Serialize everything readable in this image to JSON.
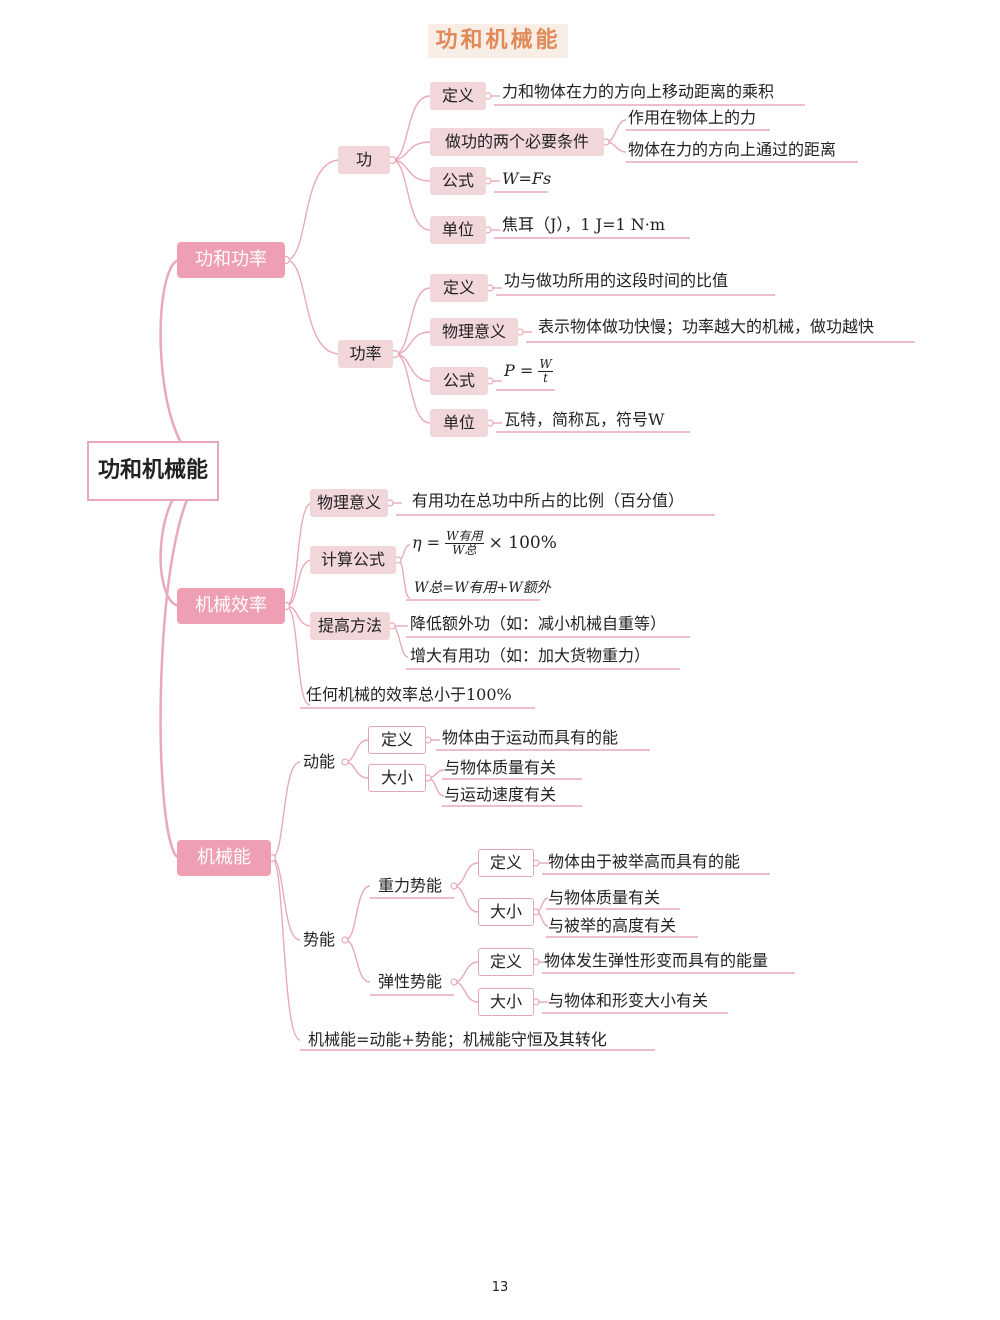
{
  "page_title": "功和机械能",
  "root": "功和机械能",
  "branches": {
    "work_power": {
      "label": "功和功率",
      "work": {
        "label": "功",
        "definition": {
          "label": "定义",
          "text": "力和物体在力的方向上移动距离的乘积"
        },
        "conditions": {
          "label": "做功的两个必要条件",
          "items": [
            "作用在物体上的力",
            "物体在力的方向上通过的距离"
          ]
        },
        "formula": {
          "label": "公式",
          "text": "W=Fs"
        },
        "unit": {
          "label": "单位",
          "text": "焦耳（J），1 J=1 N·m"
        }
      },
      "power": {
        "label": "功率",
        "definition": {
          "label": "定义",
          "text": "功与做功所用的这段时间的比值"
        },
        "meaning": {
          "label": "物理意义",
          "text": "表示物体做功快慢；功率越大的机械，做功越快"
        },
        "formula": {
          "label": "公式",
          "lhs": "P =",
          "num": "W",
          "den": "t"
        },
        "unit": {
          "label": "单位",
          "text": "瓦特，简称瓦，符号W"
        }
      }
    },
    "efficiency": {
      "label": "机械效率",
      "meaning": {
        "label": "物理意义",
        "text": "有用功在总功中所占的比例（百分值）"
      },
      "calc": {
        "label": "计算公式",
        "eta_lhs": "η =",
        "eta_num": "W有用",
        "eta_den": "W总",
        "eta_rhs": "× 100%",
        "total": "W总=W有用+W额外"
      },
      "improve": {
        "label": "提高方法",
        "items": [
          "降低额外功（如：减小机械自重等）",
          "增大有用功（如：加大货物重力）"
        ]
      },
      "note": "任何机械的效率总小于100%"
    },
    "mech_energy": {
      "label": "机械能",
      "kinetic": {
        "label": "动能",
        "definition": {
          "label": "定义",
          "text": "物体由于运动而具有的能"
        },
        "size": {
          "label": "大小",
          "items": [
            "与物体质量有关",
            "与运动速度有关"
          ]
        }
      },
      "potential": {
        "label": "势能",
        "gravity": {
          "label": "重力势能",
          "definition": {
            "label": "定义",
            "text": "物体由于被举高而具有的能"
          },
          "size": {
            "label": "大小",
            "items": [
              "与物体质量有关",
              "与被举的高度有关"
            ]
          }
        },
        "elastic": {
          "label": "弹性势能",
          "definition": {
            "label": "定义",
            "text": "物体发生弹性形变而具有的能量"
          },
          "size": {
            "label": "大小",
            "text": "与物体和形变大小有关"
          }
        }
      },
      "note": "机械能=动能+势能；机械能守恒及其转化"
    }
  },
  "page_number": "13",
  "colors": {
    "branch": "#ee9fb3",
    "line": "#e9a9b8",
    "box": "#f1d6da",
    "title": "#e08a5a"
  }
}
